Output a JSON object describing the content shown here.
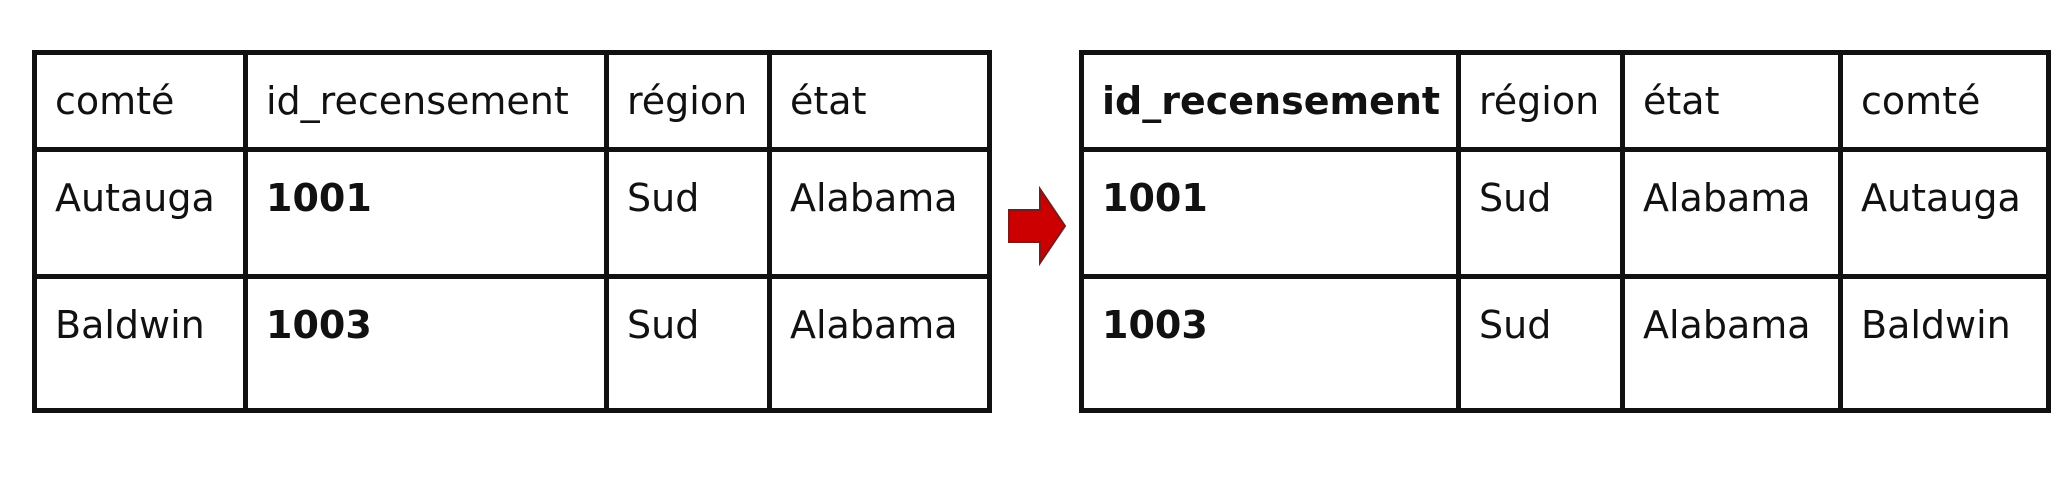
{
  "left_table": {
    "headers": [
      "comté",
      "id_recensement",
      "région",
      "état"
    ],
    "rows": [
      [
        "Autauga",
        "1001",
        "Sud",
        "Alabama"
      ],
      [
        "Baldwin",
        "1003",
        "Sud",
        "Alabama"
      ]
    ]
  },
  "right_table": {
    "headers": [
      "id_recensement",
      "région",
      "état",
      "comté"
    ],
    "rows": [
      [
        "1001",
        "Sud",
        "Alabama",
        "Autauga"
      ],
      [
        "1003",
        "Sud",
        "Alabama",
        "Baldwin"
      ]
    ]
  },
  "colors": {
    "arrow_fill": "#cc0000",
    "arrow_stroke": "#7a1a1a",
    "border": "#111111"
  },
  "icons": {
    "transform": "right-arrow-icon"
  }
}
